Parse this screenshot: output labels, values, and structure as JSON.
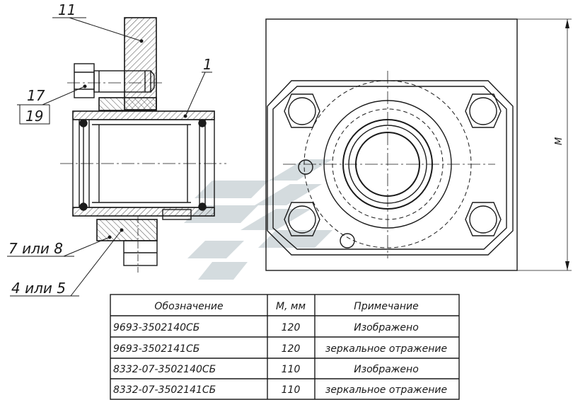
{
  "callouts": {
    "part_11": "11",
    "part_1": "1",
    "part_17": "17",
    "part_19": "19",
    "part_7_8": "7 или 8",
    "part_4_5": "4 или 5"
  },
  "dimension_label": "M",
  "table": {
    "headers": [
      "Обозначение",
      "М, мм",
      "Примечание"
    ],
    "rows": [
      [
        "9693-3502140СБ",
        "120",
        "Изображено"
      ],
      [
        "9693-3502141СБ",
        "120",
        "зеркальное отражение"
      ],
      [
        "8332-07-3502140СБ",
        "110",
        "Изображено"
      ],
      [
        "8332-07-3502141СБ",
        "110",
        "зеркальное отражение"
      ]
    ]
  },
  "colors": {
    "line": "#1a1a1a",
    "watermark": "#c6d0d4"
  }
}
